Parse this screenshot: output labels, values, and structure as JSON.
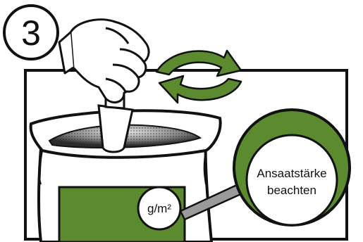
{
  "step_number": "3",
  "badge_label": "g/m²",
  "callout_line1": "Ansaatstärke",
  "callout_line2": "beachten",
  "colors": {
    "green": "#5b8a2f",
    "outline": "#111111",
    "background": "#ffffff"
  },
  "icons": [
    "hand-holding-scoop-icon",
    "circular-arrows-icon",
    "seed-bag-icon",
    "magnifier-circle-icon"
  ]
}
